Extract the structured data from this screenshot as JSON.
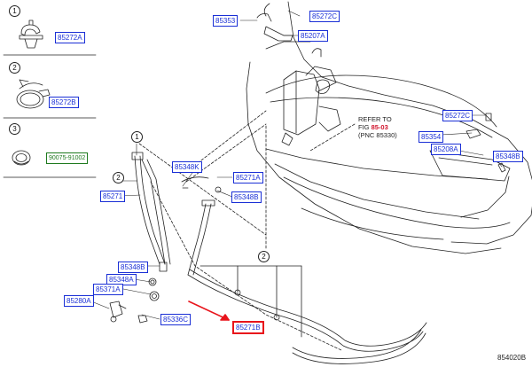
{
  "legend": [
    {
      "num": "1",
      "part": "85272A"
    },
    {
      "num": "2",
      "part": "85272B"
    },
    {
      "num": "3",
      "part": "90075-91002"
    }
  ],
  "labels": {
    "p85353": "85353",
    "p85272C_top": "85272C",
    "p85207A": "85207A",
    "p85272C_right": "85272C",
    "p85354": "85354",
    "p85208A": "85208A",
    "p85348B_right": "85348B",
    "p85348K": "85348K",
    "p85271A": "85271A",
    "p85348B_mid": "85348B",
    "p85271": "85271",
    "p85348B_left": "85348B",
    "p85348A": "85348A",
    "p85371A": "85371A",
    "p85280A": "85280A",
    "p85336C": "85336C",
    "p85271B": "85271B"
  },
  "callouts": {
    "c1": "1",
    "c2_left": "2",
    "c2_bottom": "2"
  },
  "note": {
    "line1": "REFER TO",
    "line2_prefix": "FIG ",
    "line2_ref": "85-03",
    "line3": "(PNC 85330)"
  },
  "figure_id": "854020B",
  "colors": {
    "label_blue": "#1a2fd6",
    "label_green": "#1e7a1e",
    "highlight_red": "#e8141b",
    "line": "#222222"
  }
}
